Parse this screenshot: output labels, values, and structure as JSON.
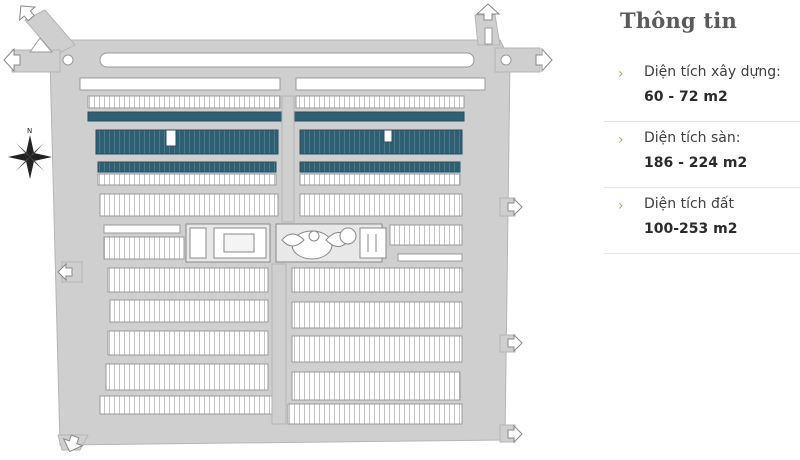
{
  "info": {
    "title": "Thông tin",
    "items": [
      {
        "label": "Diện tích xây dựng:",
        "value": "60 - 72 m2"
      },
      {
        "label": "Diện tích sàn:",
        "value": "186 - 224 m2"
      },
      {
        "label": "Diện tích đất",
        "value": "100-253 m2"
      }
    ]
  },
  "map": {
    "compass_label": "N",
    "colors": {
      "road": "#cfcfcf",
      "road_edge": "#b5b5b5",
      "block_fill": "#ffffff",
      "block_edge": "#9a9a9a",
      "highlight": "#2f5f72",
      "text_heading": "#5a5a5a",
      "chevron": "#c9a06a"
    }
  }
}
